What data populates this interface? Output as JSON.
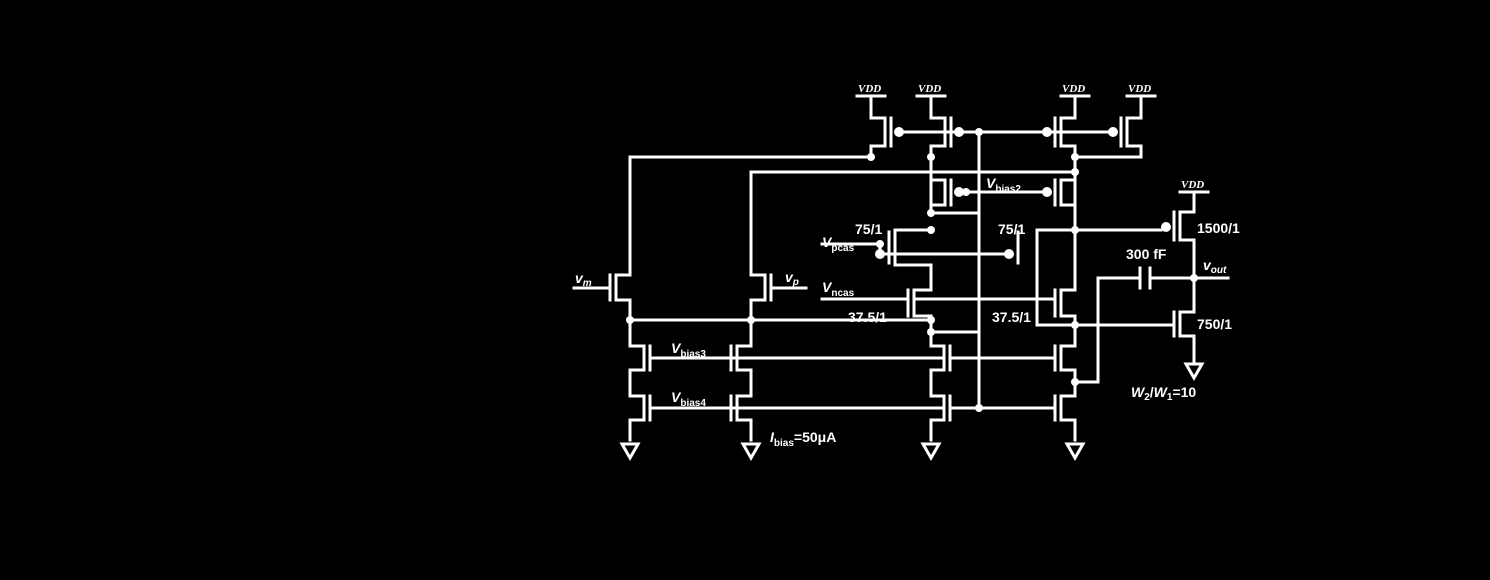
{
  "labels": {
    "vdd": "VDD",
    "vm": "v",
    "vm_sub": "m",
    "vp": "v",
    "vp_sub": "p",
    "vbias2": "V",
    "vbias2_sub": "bias2",
    "vbias3": "V",
    "vbias3_sub": "bias3",
    "vbias4": "V",
    "vbias4_sub": "bias4",
    "vpcas": "V",
    "vpcas_sub": "pcas",
    "vncas": "V",
    "vncas_sub": "ncas",
    "vout": "v",
    "vout_sub": "out",
    "size_75_left": "75/1",
    "size_75_right": "75/1",
    "size_37_left": "37.5/1",
    "size_37_right": "37.5/1",
    "size_1500": "1500/1",
    "size_750": "750/1",
    "cap": "300 fF",
    "ibias_i": "I",
    "ibias_sub": "bias",
    "ibias_val": "=50μA",
    "ratio_w2": "W",
    "ratio_2": "2",
    "ratio_slash": "/",
    "ratio_w1": "W",
    "ratio_1": "1",
    "ratio_val": "=10"
  }
}
